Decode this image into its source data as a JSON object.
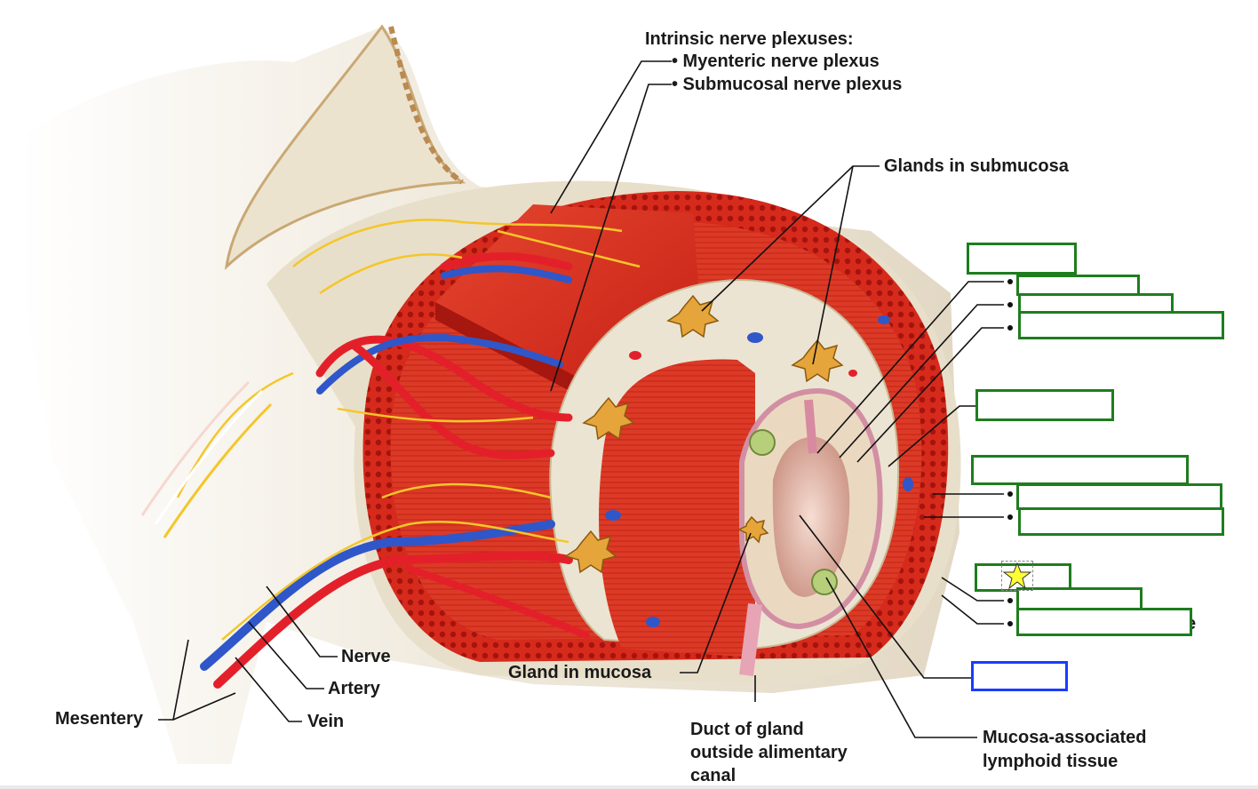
{
  "labels": {
    "plexus_title": "Intrinsic nerve plexuses:",
    "myenteric": "• Myenteric nerve plexus",
    "submucosal": "• Submucosal nerve plexus",
    "glands_submucosa": "Glands in submucosa",
    "nerve": "Nerve",
    "artery": "Artery",
    "vein": "Vein",
    "mesentery": "Mesentery",
    "gland_mucosa": "Gland in mucosa",
    "duct_line1": "Duct of gland",
    "duct_line2": "outside alimentary",
    "duct_line3": "canal",
    "malt_line1": "Mucosa-associated",
    "malt_line2": "lymphoid tissue",
    "peeking_letter": "e"
  },
  "answer_boxes": [
    "",
    "",
    "",
    "",
    "",
    "",
    "",
    "",
    "",
    "",
    "",
    ""
  ],
  "colors": {
    "box_border": "#1e7d1e",
    "selected_box_border": "#1a3cff",
    "star": "#ffff33",
    "muscle": "#d8281f",
    "artery": "#e3202a",
    "vein": "#2f57c9",
    "nerve": "#f4c62a",
    "serosa": "#efe9dc"
  },
  "icons": [
    "star-icon"
  ]
}
